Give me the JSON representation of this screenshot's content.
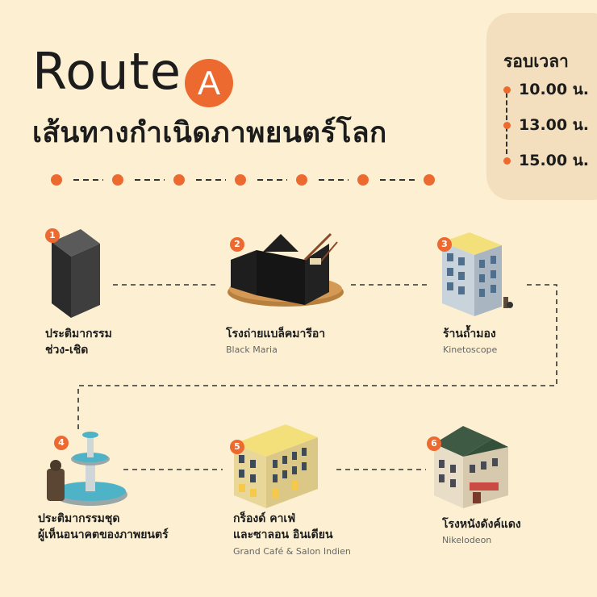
{
  "header": {
    "title": "Route",
    "badge": "A",
    "subtitle": "เส้นทางกำเนิดภาพยนตร์โลก"
  },
  "schedule": {
    "title": "รอบเวลา",
    "times": [
      "10.00 น.",
      "13.00 น.",
      "15.00 น."
    ]
  },
  "stops": [
    {
      "number": "1",
      "name_line1": "ประติมากรรม",
      "name_line2": "ช่วง-เชิด",
      "english": ""
    },
    {
      "number": "2",
      "name_line1": "โรงถ่ายแบล็คมารีอา",
      "name_line2": "",
      "english": "Black Maria"
    },
    {
      "number": "3",
      "name_line1": "ร้านถ้ำมอง",
      "name_line2": "",
      "english": "Kinetoscope"
    },
    {
      "number": "4",
      "name_line1": "ประติมากรรมชุด",
      "name_line2": "ผู้เห็นอนาคตของภาพยนตร์",
      "english": ""
    },
    {
      "number": "5",
      "name_line1": "กร็องด์ คาเฟ่",
      "name_line2": "และซาลอน อินเดียน",
      "english": "Grand Café & Salon Indien"
    },
    {
      "number": "6",
      "name_line1": "โรงหนังดังค์แดง",
      "name_line2": "",
      "english": "Nikelodeon"
    }
  ],
  "colors": {
    "background": "#fdf0d2",
    "accent": "#ec6a30",
    "panel": "#f3dfbd",
    "text": "#1c1c1c"
  },
  "icons": [
    "monolith-sculpture-icon",
    "black-maria-studio-icon",
    "kinetoscope-building-icon",
    "fountain-sculpture-icon",
    "grand-cafe-building-icon",
    "nickelodeon-building-icon"
  ]
}
